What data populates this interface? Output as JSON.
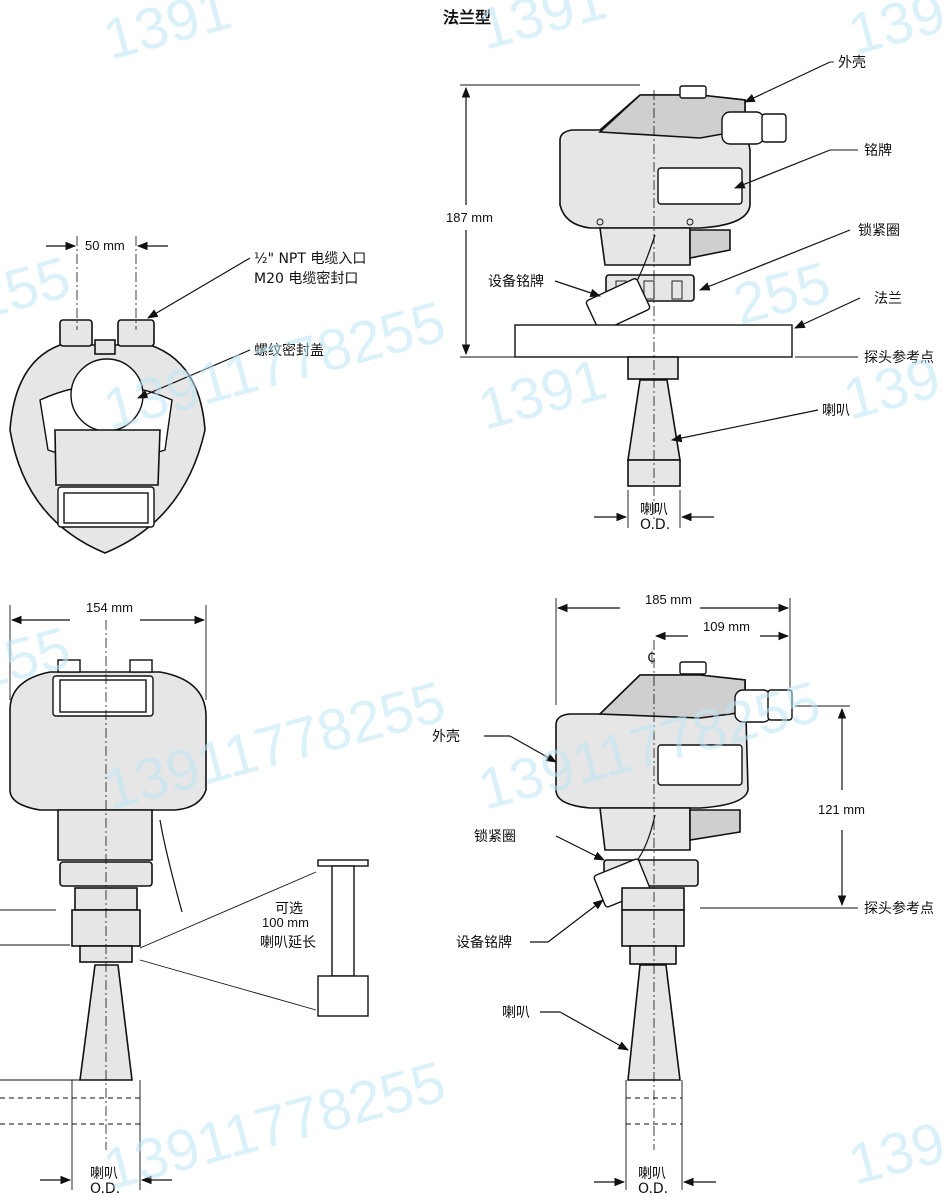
{
  "title": "法兰型",
  "top_right": {
    "labels": {
      "housing": "外壳",
      "nameplate": "铭牌",
      "lock_ring": "锁紧圈",
      "device_tag": "设备铭牌",
      "flange": "法兰",
      "probe_ref": "探头参考点",
      "horn": "喇叭",
      "horn_od_1": "喇叭",
      "horn_od_2": "O.D."
    },
    "dim_height": "187 mm"
  },
  "top_left": {
    "dim_width": "50 mm",
    "cable_line1": "½\" NPT 电缆入口",
    "cable_line2": "M20 电缆密封口",
    "cap": "螺纹密封盖"
  },
  "bottom_left": {
    "dim_width": "154 mm",
    "option_line1": "可选",
    "option_line2": "100 mm",
    "option_line3": "喇叭延长",
    "horn_od_1": "喇叭",
    "horn_od_2": "O.D."
  },
  "bottom_right": {
    "dim_total": "185 mm",
    "dim_offset": "109 mm",
    "dim_height": "121 mm",
    "centerline": "₵",
    "labels": {
      "housing": "外壳",
      "lock_ring": "锁紧圈",
      "device_tag": "设备铭牌",
      "horn": "喇叭",
      "probe_ref": "探头参考点",
      "horn_od_1": "喇叭",
      "horn_od_2": "O.D."
    }
  },
  "watermark": [
    "1391",
    "255",
    "13911778255",
    "1391",
    "139",
    "255",
    "13911778255",
    "1391",
    "139",
    "255",
    "13911778255",
    "13911778255",
    "139"
  ],
  "colors": {
    "line": "#111111",
    "housing_fill": "#e6e6e6",
    "watermark": "#bfe6f5"
  }
}
